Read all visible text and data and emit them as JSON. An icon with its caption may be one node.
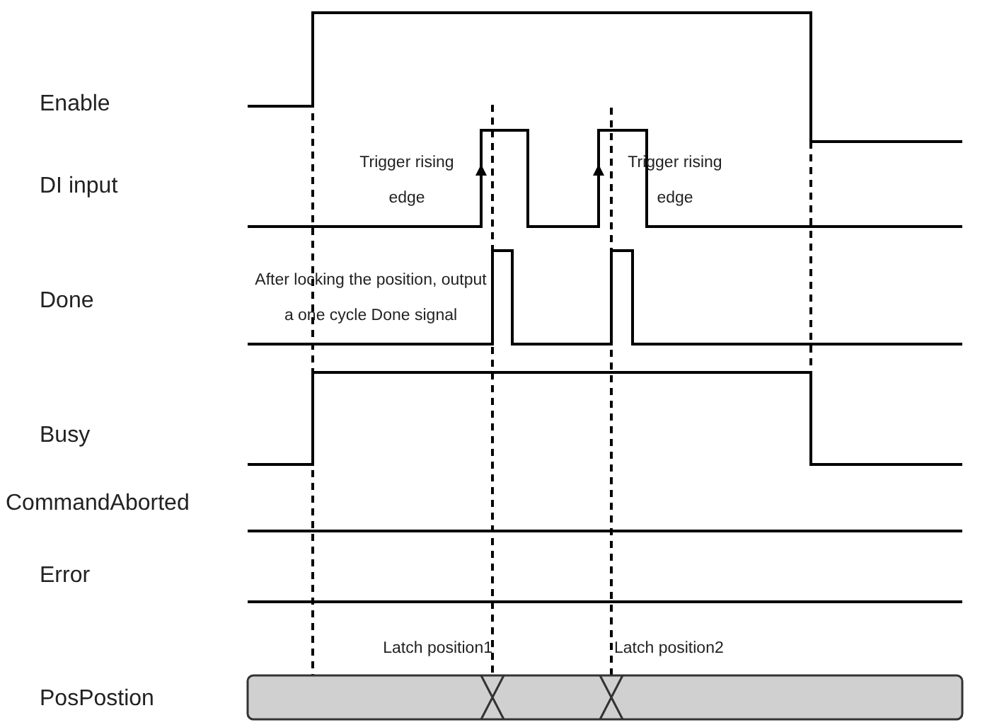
{
  "diagram": {
    "labels": [
      "Enable",
      "Trigger rising edge",
      "Trigger rising edge",
      "DI input",
      "After locking the position, output a one cycle Done signal",
      "Done",
      "Busy",
      "CommandAborted",
      "Error",
      "Latch position1",
      "Latch position2",
      "PosPostion"
    ]
  }
}
